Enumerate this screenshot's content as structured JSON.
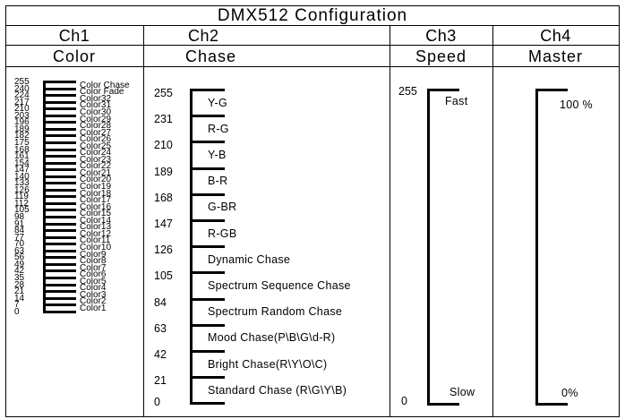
{
  "title": "DMX512  Configuration",
  "columns": [
    {
      "channel": "Ch1",
      "function": "Color"
    },
    {
      "channel": "Ch2",
      "function": "Chase"
    },
    {
      "channel": "Ch3",
      "function": "Speed"
    },
    {
      "channel": "Ch4",
      "function": "Master"
    }
  ],
  "ch1": {
    "values": [
      "255",
      "240",
      "224",
      "217",
      "210",
      "203",
      "196",
      "189",
      "182",
      "175",
      "168",
      "161",
      "154",
      "147",
      "140",
      "133",
      "126",
      "119",
      "112",
      "105",
      "98",
      "91",
      "84",
      "77",
      "70",
      "63",
      "56",
      "49",
      "42",
      "35",
      "28",
      "21",
      "14",
      "7",
      "0"
    ],
    "labels": [
      "Color Chase",
      "Color Fade",
      "Color32",
      "Color31",
      "Color30",
      "Color29",
      "Color28",
      "Color27",
      "Color26",
      "Color25",
      "Color24",
      "Color23",
      "Color22",
      "Color21",
      "Color20",
      "Color19",
      "Color18",
      "Color17",
      "Color16",
      "Color15",
      "Color14",
      "Color13",
      "Color12",
      "Color11",
      "Color10",
      "Color9",
      "Color8",
      "Color7",
      "Color6",
      "Color5",
      "Color4",
      "Color3",
      "Color2",
      "Color1"
    ]
  },
  "ch2": {
    "values": [
      "255",
      "231",
      "210",
      "189",
      "168",
      "147",
      "126",
      "105",
      "84",
      "63",
      "42",
      "21",
      "0"
    ],
    "labels": [
      "Y-G",
      "R-G",
      "Y-B",
      "B-R",
      "G-BR",
      "R-GB",
      "Dynamic Chase",
      "Spectrum Sequence Chase",
      "Spectrum Random Chase",
      "Mood Chase(P\\B\\G\\d-R)",
      "Bright Chase(R\\Y\\O\\C)",
      "Standard Chase (R\\G\\Y\\B)"
    ]
  },
  "ch3": {
    "top_value": "255",
    "bottom_value": "0",
    "top_label": "Fast",
    "bottom_label": "Slow"
  },
  "ch4": {
    "top_label": "100 %",
    "bottom_label": "0%"
  }
}
